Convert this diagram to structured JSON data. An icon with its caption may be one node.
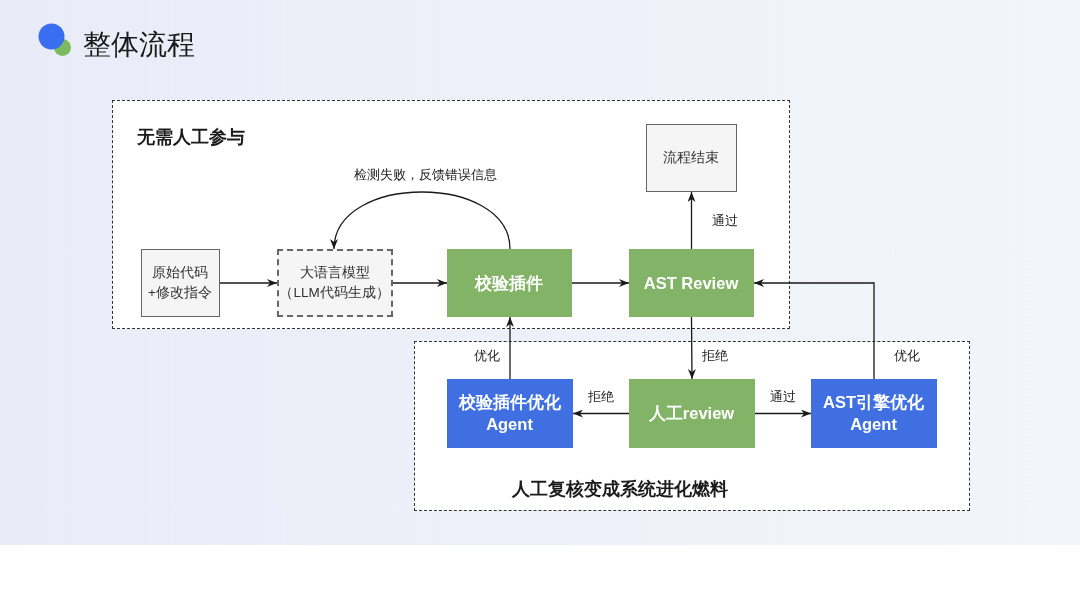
{
  "diagram": {
    "title": "整体流程",
    "nodes": [
      {
        "text": [
          "无需人工参与"
        ]
      },
      {
        "text": [
          "原始代码+修改指令"
        ],
        "in": 0
      },
      {
        "text": [
          "大语言模型（LLM代码生成）"
        ],
        "in": 0
      },
      {
        "text": [
          "校验插件"
        ],
        "in": 0
      },
      {
        "text": [
          "AST Review"
        ],
        "in": 0
      },
      {
        "text": [
          "流程结束"
        ],
        "in": 0
      },
      {
        "text": [
          "人工复核变成系统进化燃料"
        ]
      },
      {
        "text": [
          "校验插件优化Agent"
        ],
        "in": 6
      },
      {
        "text": [
          "人工review"
        ],
        "in": 6
      },
      {
        "text": [
          "AST引擎优化Agent"
        ],
        "in": 6
      }
    ],
    "edges": [
      {
        "from": 1,
        "to": 2,
        "arrow": "to"
      },
      {
        "from": 2,
        "to": 3,
        "arrow": "to"
      },
      {
        "from": 3,
        "to": 2,
        "arrow": "to",
        "label": "检测失败，反馈错误信息"
      },
      {
        "from": 3,
        "to": 4,
        "arrow": "to"
      },
      {
        "from": 4,
        "to": 5,
        "arrow": "to",
        "label": "通过"
      },
      {
        "from": 4,
        "to": 8,
        "arrow": "to",
        "label": "拒绝"
      },
      {
        "from": 8,
        "to": 7,
        "arrow": "to",
        "label": "拒绝"
      },
      {
        "from": 8,
        "to": 9,
        "arrow": "to",
        "label": "通过"
      },
      {
        "from": 7,
        "to": 3,
        "arrow": "to",
        "label": "优化"
      },
      {
        "from": 9,
        "to": 4,
        "arrow": "to",
        "label": "优化"
      }
    ]
  }
}
